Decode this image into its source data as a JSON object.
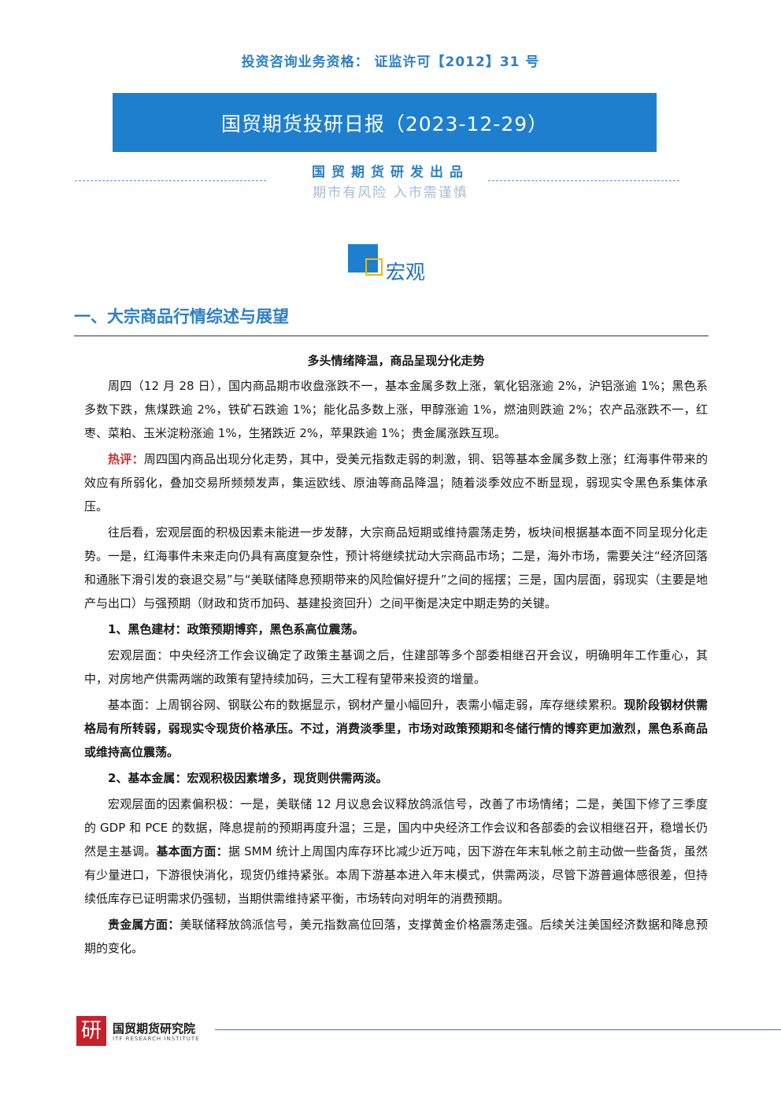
{
  "header": {
    "license": "投资咨询业务资格： 证监许可【2012】31 号",
    "report_title": "国贸期货投研日报（2023-12-29）",
    "publisher": "国贸期货研发出品",
    "risk_warning": "期市有风险 入市需谨慎"
  },
  "section": {
    "name": "宏观",
    "heading": "一、大宗商品行情综述与展望"
  },
  "article": {
    "subtitle": "多头情绪降温，商品呈现分化走势",
    "p1": "周四（12 月 28 日），国内商品期市收盘涨跌不一，基本金属多数上涨，氧化铝涨逾 2%，沪铝涨逾 1%；黑色系多数下跌，焦煤跌逾 2%，铁矿石跌逾 1%；能化品多数上涨，甲醇涨逾 1%，燃油则跌逾 2%；农产品涨跌不一，红枣、菜粕、玉米淀粉涨逾 1%，生猪跌近 2%，苹果跌逾 1%；贵金属涨跌互现。",
    "p2_label": "热评：",
    "p2_text": "周四国内商品出现分化走势，其中，受美元指数走弱的刺激，铜、铝等基本金属多数上涨；红海事件带来的效应有所弱化，叠加交易所频频发声，集运欧线、原油等商品降温；随着淡季效应不断显现，弱现实令黑色系集体承压。",
    "p3": "往后看，宏观层面的积极因素未能进一步发酵，大宗商品短期或维持震荡走势，板块间根据基本面不同呈现分化走势。一是，红海事件未来走向仍具有高度复杂性，预计将继续扰动大宗商品市场；二是，海外市场，需要关注“经济回落和通胀下滑引发的衰退交易”与“美联储降息预期带来的风险偏好提升”之间的摇摆；三是，国内层面，弱现实（主要是地产与出口）与强预期（财政和货币加码、基建投资回升）之间平衡是决定中期走势的关键。",
    "p4": "1、黑色建材：政策预期博弈，黑色系高位震荡。",
    "p5": "宏观层面：中央经济工作会议确定了政策主基调之后，住建部等多个部委相继召开会议，明确明年工作重心，其中，对房地产供需两端的政策有望持续加码，三大工程有望带来投资的增量。",
    "p6_normal": "基本面：上周钢谷网、钢联公布的数据显示，钢材产量小幅回升，表需小幅走弱，库存继续累积。",
    "p6_bold": "现阶段钢材供需格局有所转弱，弱现实令现货价格承压。不过，消费淡季里，市场对政策预期和冬储行情的博弈更加激烈，黑色系商品或维持高位震荡。",
    "p7": "2、基本金属：宏观积极因素增多，现货则供需两淡。",
    "p8_a": "宏观层面的因素偏积极：一是，美联储 12 月议息会议释放鸽派信号，改善了市场情绪；二是，美国下修了三季度的 GDP 和 PCE 的数据，降息提前的预期再度升温；三是，国内中央经济工作会议和各部委的会议相继召开，稳增长仍然是主基调。",
    "p8_bold": "基本面方面：",
    "p8_b": "据 SMM 统计上周国内库存环比减少近万吨，因下游在年末轧帐之前主动做一些备货，虽然有少量进口，下游很快消化，现货仍维持紧张。本周下游基本进入年末模式，供需两淡，尽管下游普遍体感很差，但持续低库存已证明需求仍强韧，当期供需维持紧平衡，市场转向对明年的消费预期。",
    "p9_bold": "贵金属方面：",
    "p9_text": "美联储释放鸽派信号，美元指数高位回落，支撑黄金价格震荡走强。后续关注美国经济数据和降息预期的变化。"
  },
  "footer": {
    "logo_char": "研",
    "org_name": "国贸期货研究院",
    "org_name_en": "ITF RESEARCH INSTITUTE"
  },
  "colors": {
    "brand_blue": "#1f7fcf",
    "accent_yellow": "#f0b800",
    "highlight_red": "#d62b2b",
    "logo_red": "#c8212b"
  }
}
